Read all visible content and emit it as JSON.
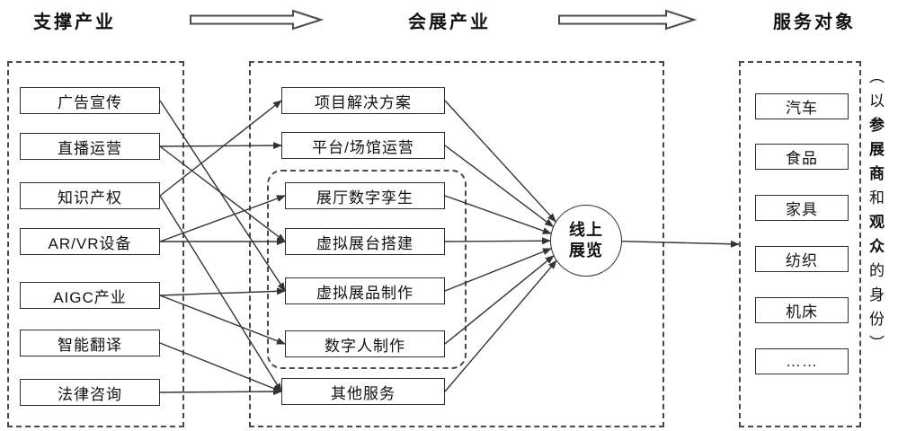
{
  "diagram": {
    "headers": {
      "left": "支撑产业",
      "middle": "会展产业",
      "right": "服务对象"
    },
    "left_panel": {
      "items": [
        {
          "id": "ad",
          "label": "广告宣传"
        },
        {
          "id": "live",
          "label": "直播运营"
        },
        {
          "id": "ip",
          "label": "知识产权"
        },
        {
          "id": "arvr",
          "label": "AR/VR设备"
        },
        {
          "id": "aigc",
          "label": "AIGC产业"
        },
        {
          "id": "trans",
          "label": "智能翻译"
        },
        {
          "id": "law",
          "label": "法律咨询"
        }
      ]
    },
    "middle_panel": {
      "items": [
        {
          "id": "project",
          "label": "项目解决方案"
        },
        {
          "id": "platform",
          "label": "平台/场馆运营"
        },
        {
          "id": "twin",
          "label": "展厅数字孪生"
        },
        {
          "id": "booth",
          "label": "虚拟展台搭建"
        },
        {
          "id": "exhibit",
          "label": "虚拟展品制作"
        },
        {
          "id": "human",
          "label": "数字人制作"
        },
        {
          "id": "other",
          "label": "其他服务"
        }
      ],
      "circle": {
        "line1": "线上",
        "line2": "展览"
      }
    },
    "right_panel": {
      "items": [
        "汽车",
        "食品",
        "家具",
        "纺织",
        "机床",
        "……"
      ],
      "vertical_note": {
        "part1": "（以",
        "part2": "参展商",
        "part3": "和",
        "part4": "观众",
        "part5": "的身份）"
      }
    },
    "edges": {
      "left_to_middle": [
        [
          "ad",
          "exhibit"
        ],
        [
          "live",
          "platform"
        ],
        [
          "live",
          "booth"
        ],
        [
          "ip",
          "project"
        ],
        [
          "ip",
          "other"
        ],
        [
          "arvr",
          "twin"
        ],
        [
          "arvr",
          "booth"
        ],
        [
          "aigc",
          "exhibit"
        ],
        [
          "aigc",
          "human"
        ],
        [
          "trans",
          "other"
        ],
        [
          "law",
          "other"
        ]
      ],
      "middle_to_circle": [
        [
          "project",
          "circle"
        ],
        [
          "platform",
          "circle"
        ],
        [
          "twin",
          "circle"
        ],
        [
          "booth",
          "circle"
        ],
        [
          "exhibit",
          "circle"
        ],
        [
          "human",
          "circle"
        ],
        [
          "other",
          "circle"
        ]
      ],
      "circle_to_right": [
        [
          "circle",
          "right-panel"
        ]
      ]
    },
    "colors": {
      "line": "#333333",
      "border": "#2e2e2e",
      "dash_border": "#4a4a4a"
    }
  }
}
